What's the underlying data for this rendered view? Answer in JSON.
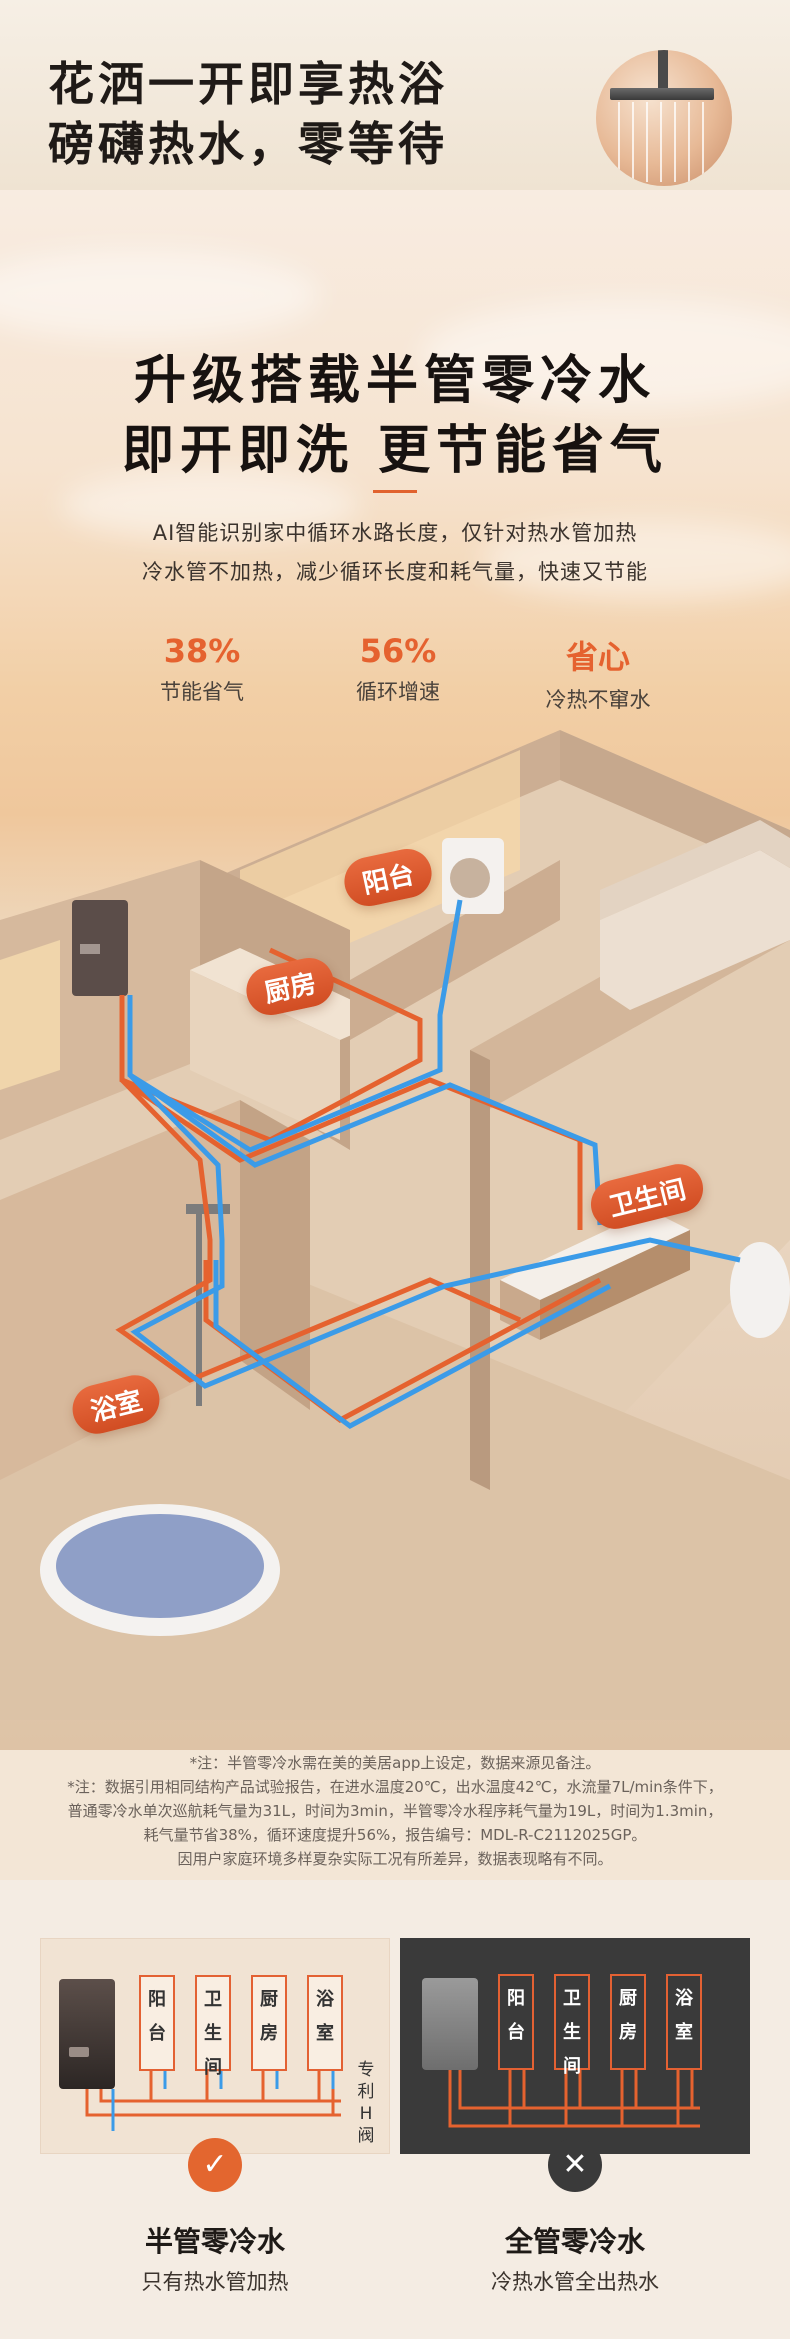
{
  "header": {
    "line1": "花洒一开即享热浴",
    "line2": "磅礴热水，零等待"
  },
  "hero": {
    "title_line1": "升级搭载半管零冷水",
    "title_line2": "即开即洗 更节能省气",
    "desc_line1": "AI智能识别家中循环水路长度，仅针对热水管加热",
    "desc_line2": "冷水管不加热，减少循环长度和耗气量，快速又节能"
  },
  "stats": [
    {
      "value": "38%",
      "label": "节能省气"
    },
    {
      "value": "56%",
      "label": "循环增速"
    },
    {
      "value": "省心",
      "label": "冷热不窜水"
    }
  ],
  "rooms": {
    "balcony": "阳台",
    "kitchen": "厨房",
    "bathroom": "卫生间",
    "shower_room": "浴室"
  },
  "notes": {
    "line1": "*注：半管零冷水需在美的美居app上设定，数据来源见备注。",
    "line2": "*注：数据引用相同结构产品试验报告，在进水温度20℃，出水温度42℃，水流量7L/min条件下，",
    "line3": "普通零冷水单次巡航耗气量为31L，时间为3min，半管零冷水程序耗气量为19L，时间为1.3min，",
    "line4": "耗气量节省38%，循环速度提升56%，报告编号：MDL-R-C2112025GP。",
    "line5": "因用户家庭环境多样夏杂实际工况有所差异，数据表现略有不同。"
  },
  "compare": {
    "room_labels": [
      "阳台",
      "卫生间",
      "厨房",
      "浴室"
    ],
    "valve_label": "专利H阀",
    "half": {
      "title": "半管零冷水",
      "subtitle": "只有热水管加热",
      "badge": "✓"
    },
    "full": {
      "title": "全管零冷水",
      "subtitle": "冷热水管全出热水",
      "badge": "✕"
    }
  },
  "colors": {
    "accent": "#e5622f",
    "hot_pipe": "#e5622f",
    "cold_pipe": "#3b9be8",
    "dark_panel": "#3a3a3a"
  }
}
